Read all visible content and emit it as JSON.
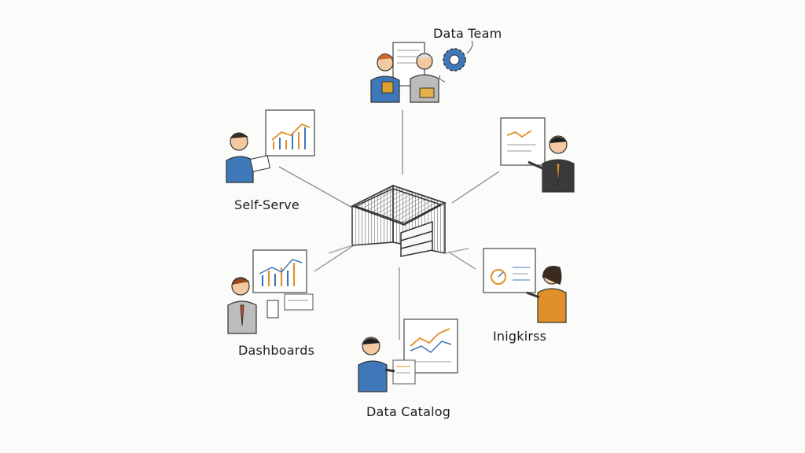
{
  "labels": {
    "data_team": "Data Team",
    "self_serve": "Self-Serve",
    "dashboards": "Dashboards",
    "data_catalog": "Data Catalog",
    "insights": "Inigkirss"
  },
  "colors": {
    "ink": "#3a3a3a",
    "blue": "#3f78b8",
    "orange": "#e0902a",
    "skin": "#f2c9a0",
    "paper": "#ffffff"
  },
  "icons": [
    "warehouse-icon",
    "gear-icon",
    "chart-icon",
    "person-icon"
  ]
}
